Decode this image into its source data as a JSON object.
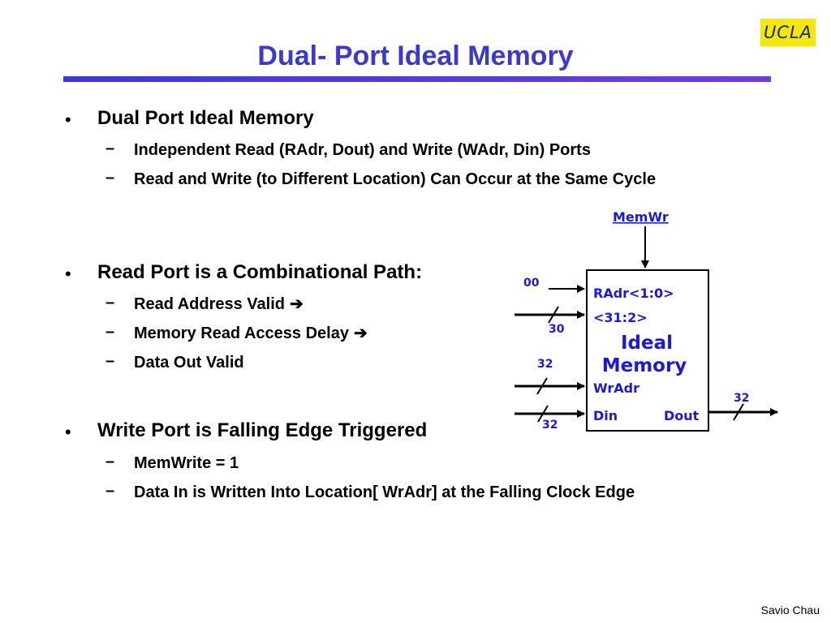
{
  "logo": "UCLA",
  "title": "Dual- Port Ideal Memory",
  "sections": [
    {
      "heading": "Dual Port Ideal Memory",
      "items": [
        "Independent Read (RAdr, Dout) and Write (WAdr, Din) Ports",
        "Read and Write (to Different Location) Can Occur at the Same Cycle"
      ]
    },
    {
      "heading": "Read Port is a Combinational Path:",
      "items": [
        "Read Address Valid",
        "Memory Read Access Delay",
        "Data Out Valid"
      ]
    },
    {
      "heading": "Write Port is Falling Edge Triggered",
      "items": [
        "MemWrite = 1",
        "Data In is Written Into Location[ WrAdr] at the Falling Clock Edge"
      ]
    }
  ],
  "arrow_glyph": "➔",
  "diagram": {
    "memwr_label": "MemWr",
    "radr_low_label": "RAdr<1:0>",
    "radr_high_label": "<31:2>",
    "block_title_1": "Ideal",
    "block_title_2": "Memory",
    "wradr_label": "WrAdr",
    "din_label": "Din",
    "dout_label": "Dout",
    "in_00_width": "00",
    "in_30_width": "30",
    "in_wradr_width": "32",
    "in_din_width": "32",
    "out_dout_width": "32",
    "blue": "#1a1adc"
  },
  "footer": "Savio Chau"
}
